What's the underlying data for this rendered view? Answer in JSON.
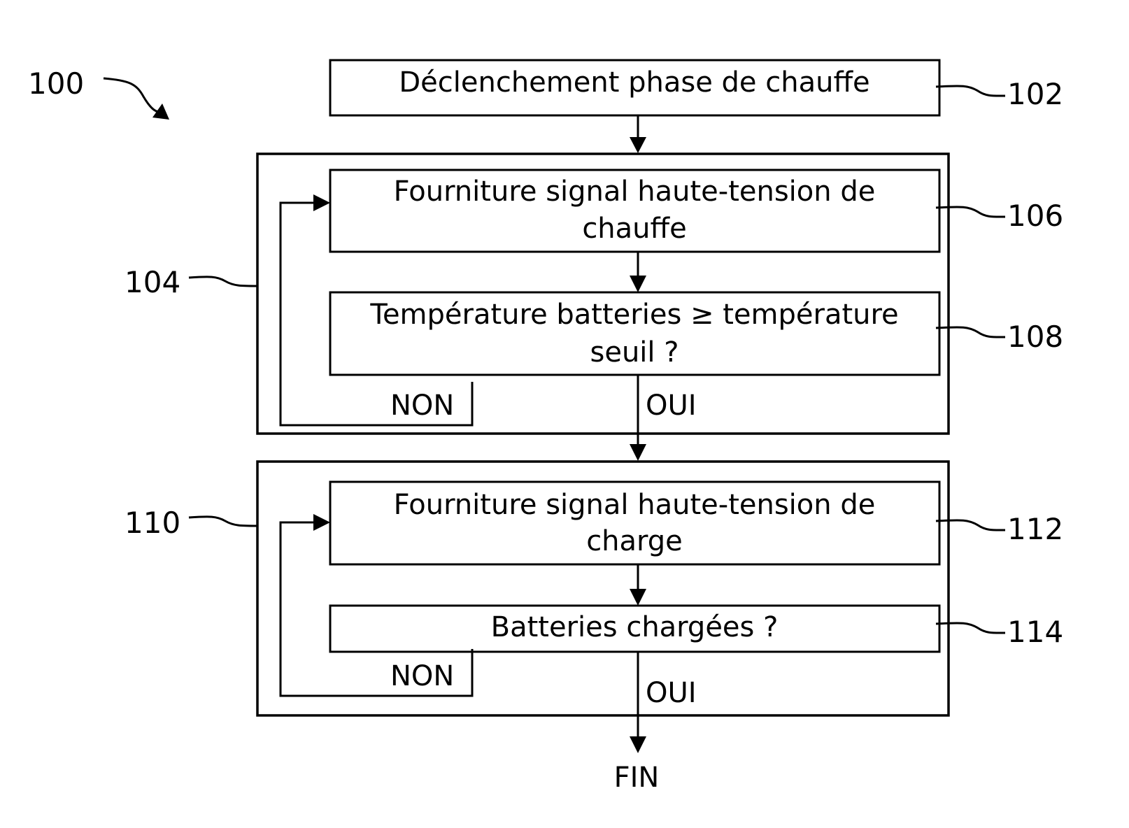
{
  "diagram": {
    "reference": "100",
    "steps": {
      "start": {
        "ref": "102",
        "lines": [
          "Déclenchement phase de chauffe"
        ]
      },
      "heating_phase": {
        "ref": "104"
      },
      "heating_supply": {
        "ref": "106",
        "lines": [
          "Fourniture signal haute-tension de",
          "chauffe"
        ]
      },
      "temp_check": {
        "ref": "108",
        "lines": [
          "Température batteries ≥ température",
          "seuil ?"
        ]
      },
      "charging_phase": {
        "ref": "110"
      },
      "charge_supply": {
        "ref": "112",
        "lines": [
          "Fourniture signal haute-tension de",
          "charge"
        ]
      },
      "charged_check": {
        "ref": "114",
        "lines": [
          "Batteries chargées ?"
        ]
      }
    },
    "branch_labels": {
      "no": "NON",
      "yes": "OUI"
    },
    "end_label": "FIN"
  }
}
